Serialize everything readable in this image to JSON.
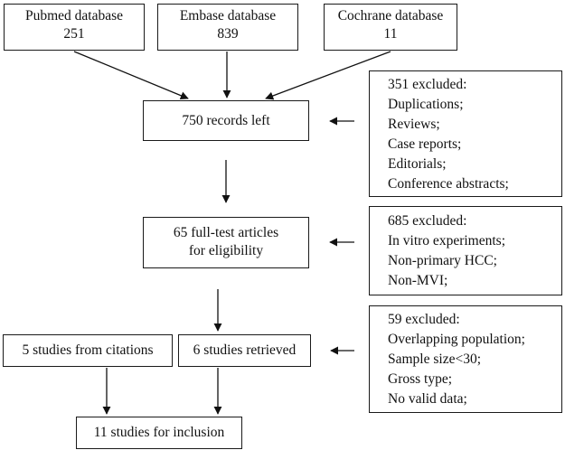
{
  "sources": [
    {
      "name": "Pubmed database",
      "count": "251"
    },
    {
      "name": "Embase database",
      "count": "839"
    },
    {
      "name": "Cochrane database",
      "count": "11"
    }
  ],
  "stage1": {
    "label": "750 records left"
  },
  "exclusion1": {
    "title": "351 excluded:",
    "items": [
      "Duplications;",
      "Reviews;",
      "Case reports;",
      "Editorials;",
      "Conference abstracts;"
    ]
  },
  "stage2": {
    "line1": "65 full-test articles",
    "line2": "for eligibility"
  },
  "exclusion2": {
    "title": "685 excluded:",
    "items": [
      "In vitro experiments;",
      "Non-primary HCC;",
      "Non-MVI;"
    ]
  },
  "citations": {
    "label": "5 studies from citations"
  },
  "retrieved": {
    "label": "6 studies retrieved"
  },
  "exclusion3": {
    "title": "59 excluded:",
    "items": [
      "Overlapping population;",
      "Sample size<30;",
      "Gross type;",
      "No valid data;"
    ]
  },
  "final": {
    "label": "11 studies for inclusion"
  }
}
